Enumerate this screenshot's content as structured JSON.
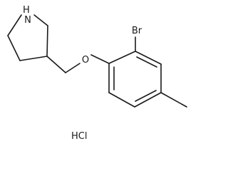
{
  "structure": {
    "atoms": {
      "nh": "N\nH",
      "oxygen": "O",
      "bromine": "Br"
    },
    "salt": "HCl"
  }
}
